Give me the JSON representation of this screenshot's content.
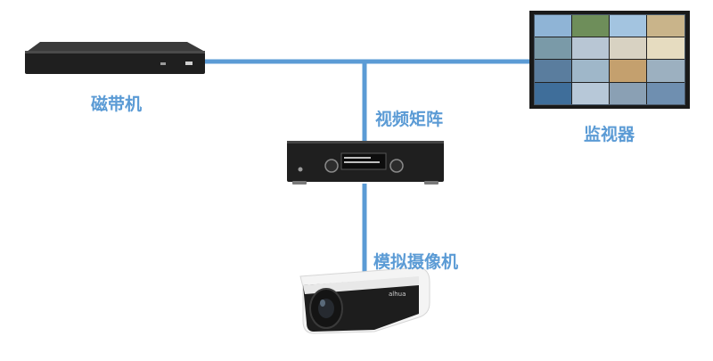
{
  "diagram": {
    "nodes": {
      "tape_recorder": {
        "label": "磁带机"
      },
      "video_matrix": {
        "label": "视频矩阵"
      },
      "monitor": {
        "label": "监视器"
      },
      "analog_camera": {
        "label": "模拟摄像机",
        "brand": "alhua"
      }
    },
    "connections": [
      {
        "from": "tape_recorder",
        "to": "monitor"
      },
      {
        "from": "video_matrix",
        "to": "tape_recorder"
      },
      {
        "from": "video_matrix",
        "to": "analog_camera"
      }
    ],
    "colors": {
      "link": "#5b9bd5",
      "label": "#5b9bd5",
      "device_body": "#1f1f1f",
      "camera_body": "#f2f2f2"
    }
  }
}
